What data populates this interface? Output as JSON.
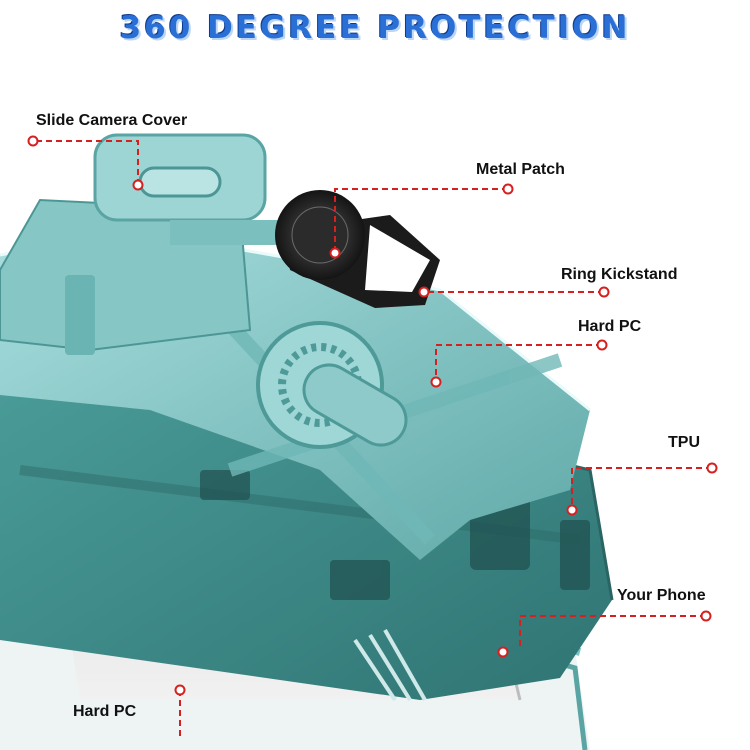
{
  "title": "360 DEGREE PROTECTION",
  "accent_color": "#d62020",
  "case_color": "#8ccfcf",
  "case_color_dark": "#3f8f8e",
  "labels": {
    "slide_camera_cover": "Slide Camera Cover",
    "metal_patch": "Metal Patch",
    "ring_kickstand": "Ring Kickstand",
    "hard_pc_top": "Hard PC",
    "tpu": "TPU",
    "your_phone": "Your Phone",
    "hard_pc_bottom": "Hard PC"
  }
}
